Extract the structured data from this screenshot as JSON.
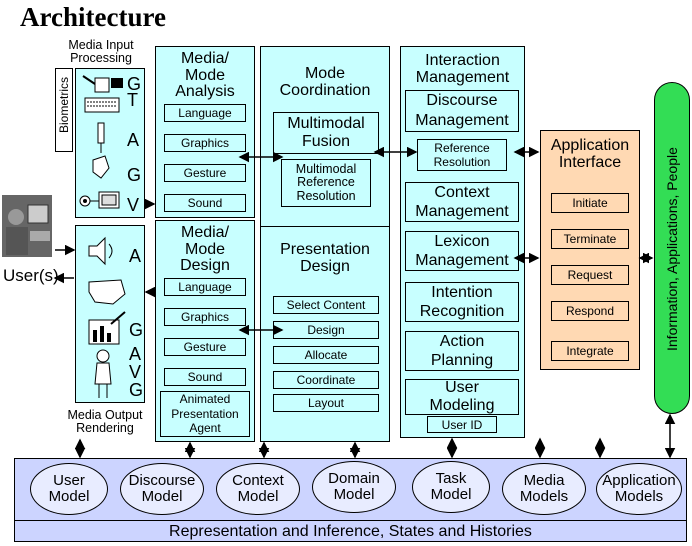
{
  "title": "Architecture",
  "media_input_processing": "Media Input\nProcessing",
  "biometrics": "Biometrics",
  "media_output_rendering": "Media Output\nRendering",
  "users": "User(s)",
  "input_letters": [
    "G",
    "T",
    "A",
    "G",
    "V"
  ],
  "output_letters": [
    "A",
    "G",
    "A",
    "V",
    "G"
  ],
  "media_mode_analysis": {
    "title": "Media/\nMode\nAnalysis",
    "items": [
      "Language",
      "Graphics",
      "Gesture",
      "Sound"
    ]
  },
  "media_mode_design": {
    "title": "Media/\nMode\nDesign",
    "items": [
      "Language",
      "Graphics",
      "Gesture",
      "Sound",
      "Animated\nPresentation\nAgent"
    ]
  },
  "mode_coordination": {
    "title": "Mode\nCoordination",
    "fusion": "Multimodal\nFusion",
    "reference": "Multimodal\nReference\nResolution"
  },
  "presentation_design": {
    "title": "Presentation\nDesign",
    "items": [
      "Select Content",
      "Design",
      "Allocate",
      "Coordinate",
      "Layout"
    ]
  },
  "interaction_management": {
    "title": "Interaction\nManagement",
    "discourse": "Discourse\nManagement",
    "reference": "Reference\nResolution",
    "context": "Context\nManagement",
    "lexicon": "Lexicon\nManagement",
    "intention": "Intention\nRecognition",
    "action": "Action\nPlanning",
    "user_modeling": "User\nModeling",
    "user_id": "User ID"
  },
  "application_interface": {
    "title": "Application\nInterface",
    "items": [
      "Initiate",
      "Terminate",
      "Request",
      "Respond",
      "Integrate"
    ]
  },
  "side_label": "Information, Applications, People",
  "models": [
    "User\nModel",
    "Discourse\nModel",
    "Context\nModel",
    "Domain\nModel",
    "Task\nModel",
    "Media\nModels",
    "Application\nModels"
  ],
  "bottom_bar": "Representation and Inference, States and Histories",
  "colors": {
    "panel": "#c8ffff",
    "app_interface": "#ffd9b3",
    "side_bar": "#33dd55",
    "bottom": "#ccd4ff"
  }
}
